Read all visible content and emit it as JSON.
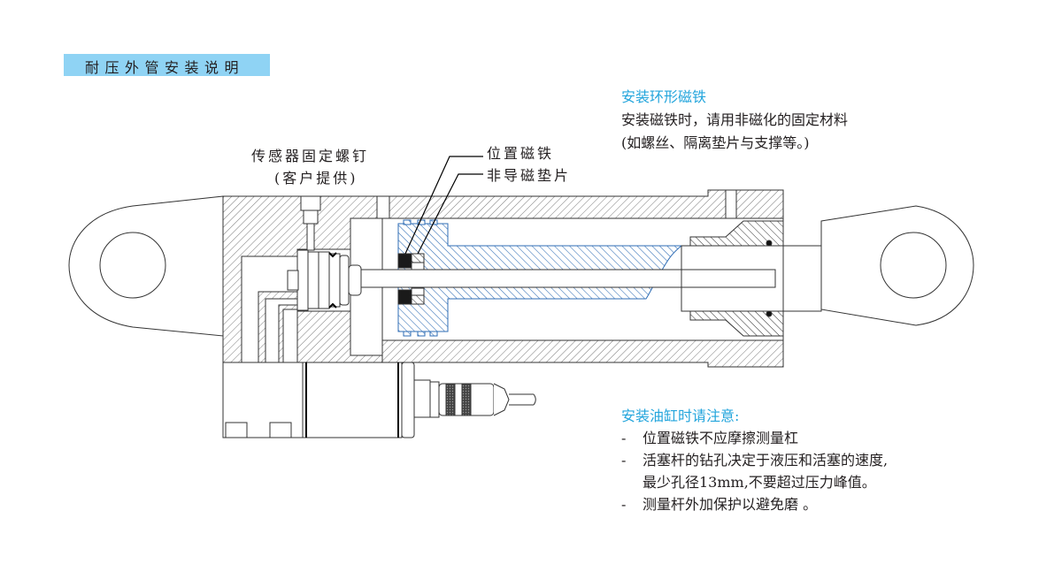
{
  "title": "耐压外管安装说明",
  "colors": {
    "title_bar": "#8fd3f4",
    "accent_text": "#23a5dc",
    "piston_hatch": "#2f6db5",
    "body_hatch": "#555555",
    "magnet": "#1a1a1a"
  },
  "labels": {
    "sensor_screw_line1": "传感器固定螺钉",
    "sensor_screw_line2": "(客户提供)",
    "position_magnet": "位置磁铁",
    "non_magnetic_spacer": "非导磁垫片"
  },
  "magnet_note": {
    "heading": "安装环形磁铁",
    "line1": "安装磁铁时，请用非磁化的固定材料",
    "line2": "(如螺丝、隔离垫片与支撑等。)"
  },
  "cylinder_note": {
    "heading": "安装油缸时请注意:",
    "items": [
      {
        "bullet": "-",
        "text": "位置磁铁不应摩擦测量杠"
      },
      {
        "bullet": "-",
        "text": "活塞杆的钻孔决定于液压和活塞的速度,"
      },
      {
        "bullet": "",
        "text": "最少孔径13mm,不要超过压力峰值。"
      },
      {
        "bullet": "-",
        "text": "测量杆外加保护以避免磨    。"
      }
    ]
  },
  "diagram": {
    "components": [
      "left-clevis-eye",
      "cylinder-end-cap",
      "sensor-fixing-screw",
      "sensor-flange",
      "measuring-rod",
      "position-magnet",
      "non-magnetic-spacer",
      "piston",
      "piston-rod",
      "cylinder-tube",
      "rod-gland",
      "rod-seal",
      "right-rod-eye",
      "sensor-electronics-housing",
      "connector",
      "cable"
    ]
  }
}
